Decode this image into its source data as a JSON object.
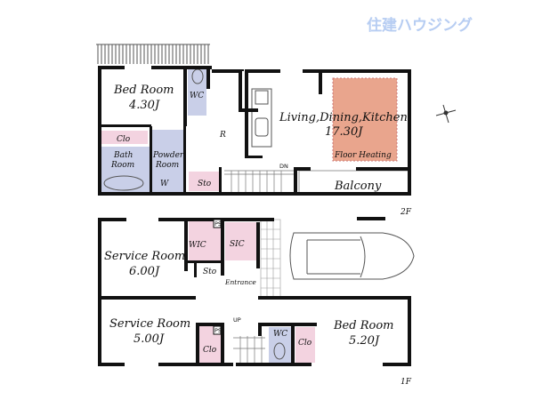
{
  "logo": {
    "text": "住建ハウジング",
    "color": "#b7cdf2"
  },
  "floor2": {
    "label": "2F",
    "rooms": {
      "bedroom": {
        "name": "Bed Room",
        "size": "4.30J"
      },
      "wc": "WC",
      "clo": "Clo",
      "bath": {
        "line1": "Bath",
        "line2": "Room"
      },
      "powder": {
        "line1": "Powder",
        "line2": "Room"
      },
      "washer": "W",
      "sto": "Sto",
      "fridge": "R",
      "ldk": {
        "name": "Living,Dining,Kitchen",
        "size": "17.30J"
      },
      "floor_heating": "Floor Heating",
      "stairs": "DN",
      "balcony": "Balcony"
    }
  },
  "floor1": {
    "label": "1F",
    "rooms": {
      "service1": {
        "name": "Service Room",
        "size": "6.00J"
      },
      "wic": "WIC",
      "ps1": "PS",
      "sic": "SIC",
      "sto": "Sto",
      "entrance": "Entrance",
      "service2": {
        "name": "Service Room",
        "size": "5.00J"
      },
      "ps2": "PS",
      "clo1": "Clo",
      "stairs": "UP",
      "wc": "WC",
      "clo2": "Clo",
      "bedroom": {
        "name": "Bed Room",
        "size": "5.20J"
      }
    }
  },
  "colors": {
    "wall": "#111111",
    "wet_area": "#c9cfe8",
    "closet": "#f3d3e0",
    "floor_heating": "#e9a58d"
  }
}
